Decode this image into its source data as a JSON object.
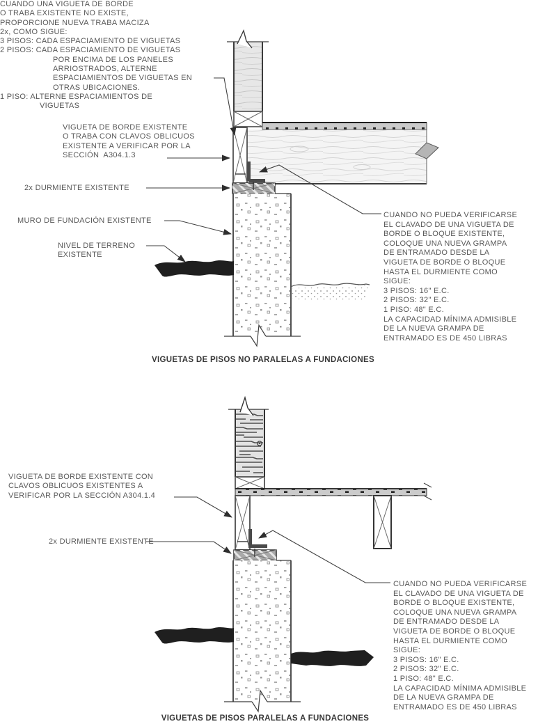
{
  "palette": {
    "line": "#3c3c3c",
    "text": "#585858",
    "caption": "#383838",
    "wood_fill": "#e7e7e7",
    "subfloor_fill": "#cbcbcb",
    "sill_fill": "#a9a9a9",
    "clip_fill": "#4a4a4a",
    "grade_fill": "#1f1f1f",
    "stipple": "#9b9b9b"
  },
  "diagram_top": {
    "caption": "VIGUETAS DE PISOS NO PARALELAS A FUNDACIONES",
    "intro_note": {
      "lines": [
        "CUANDO UNA VIGUETA DE BORDE",
        "O TRABA EXISTENTE NO EXISTE,",
        "PROPORCIONE NUEVA TRABA MACIZA",
        "2x, COMO SIGUE:",
        "3 PISOS: CADA ESPACIAMIENTO DE VIGUETAS",
        "2 PISOS: CADA ESPACIAMIENTO DE VIGUETAS",
        "POR ENCIMA DE LOS PANELES",
        "ARRIOSTRADOS, ALTERNE",
        "ESPACIAMIENTOS DE VIGUETAS EN",
        "OTRAS UBICACIONES.",
        "1 PISO: ALTERNE ESPACIAMIENTOS DE",
        "VIGUETAS"
      ]
    },
    "rim_label": {
      "lines": [
        "VIGUETA DE BORDE EXISTENTE",
        "O TRABA CON CLAVOS OBLICUOS",
        "EXISTENTE A VERIFICAR POR LA",
        "SECCIÓN  A304.1.3"
      ]
    },
    "sill_label": "2x DURMIENTE EXISTENTE",
    "foundation_label": "MURO DE FUNDACIÓN EXISTENTE",
    "grade_label": {
      "lines": [
        "NIVEL DE TERRENO",
        "EXISTENTE"
      ]
    },
    "clip_note": {
      "lines": [
        "CUANDO NO PUEDA VERIFICARSE",
        "EL CLAVADO DE UNA VIGUETA DE",
        "BORDE O BLOQUE EXISTENTE,",
        "COLOQUE UNA NUEVA GRAMPA",
        "DE ENTRAMADO DESDE LA",
        "VIGUETA DE BORDE O BLOQUE",
        "HASTA EL DURMIENTE COMO",
        "SIGUE:",
        "3 PISOS: 16\" E.C.",
        "2 PISOS: 32\" E.C.",
        "1 PISO: 48\" E.C.",
        "LA CAPACIDAD MÍNIMA ADMISIBLE",
        "DE LA NUEVA GRAMPA DE",
        "ENTRAMADO ES DE 450 LIBRAS"
      ]
    }
  },
  "diagram_bottom": {
    "caption": "VIGUETAS DE PISOS PARALELAS A FUNDACIONES",
    "rim_label": {
      "lines": [
        "VIGUETA DE BORDE EXISTENTE CON",
        "CLAVOS OBLICUOS EXISTENTES A",
        "VERIFICAR POR LA SECCIÓN A304.1.4"
      ]
    },
    "sill_label": "2x DURMIENTE EXISTENTE",
    "clip_note": {
      "lines": [
        "CUANDO NO PUEDA VERIFICARSE",
        "EL CLAVADO DE UNA VIGUETA DE",
        "BORDE O BLOQUE EXISTENTE,",
        "COLOQUE UNA NUEVA GRAMPA",
        "DE ENTRAMADO DESDE LA",
        "VIGUETA DE BORDE O BLOQUE",
        "HASTA EL DURMIENTE COMO",
        "SIGUE:",
        "3 PISOS: 16\" E.C.",
        "2 PISOS: 32\" E.C.",
        "1 PISO: 48\" E.C.",
        "LA CAPACIDAD MÍNIMA ADMISIBLE",
        "DE LA NUEVA GRAMPA DE",
        "ENTRAMADO ES DE 450 LIBRAS"
      ]
    }
  }
}
